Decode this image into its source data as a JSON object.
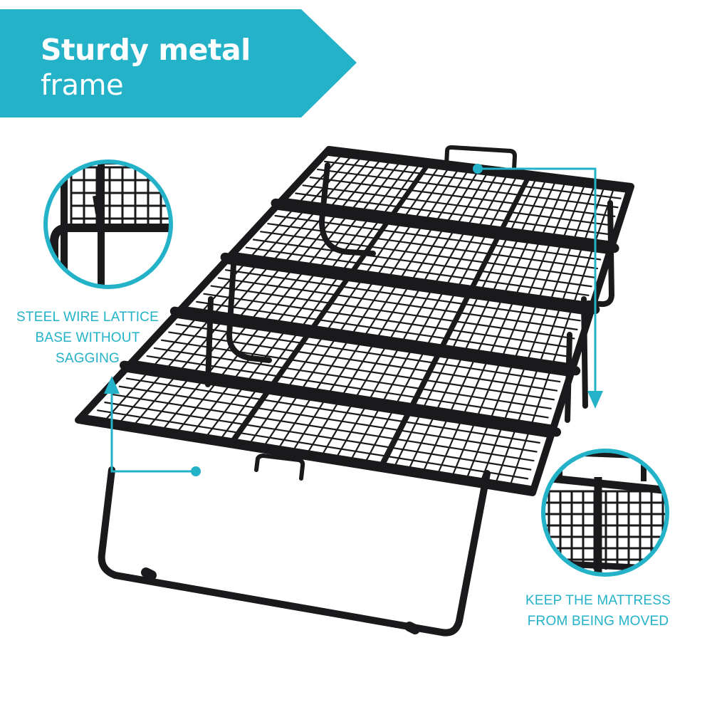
{
  "banner": {
    "title": "Sturdy metal",
    "subtitle": "frame",
    "color": "#23b2c8"
  },
  "callouts": {
    "lattice": {
      "label": "STEEL WIRE LATTICE BASE WITHOUT SAGGING",
      "lines": [
        "STEEL WIRE LATTICE",
        "BASE WITHOUT",
        "SAGGING"
      ]
    },
    "handle": {
      "label": "KEEP THE MATTRESS FROM BEING MOVED",
      "lines": [
        "KEEP THE MATTRESS",
        "FROM BEING MOVED"
      ]
    }
  },
  "product": {
    "image": "folding-metal-bed-frame"
  },
  "colors": {
    "accent": "#23b2c8",
    "frame": "#1a1a1c",
    "background": "#ffffff"
  }
}
